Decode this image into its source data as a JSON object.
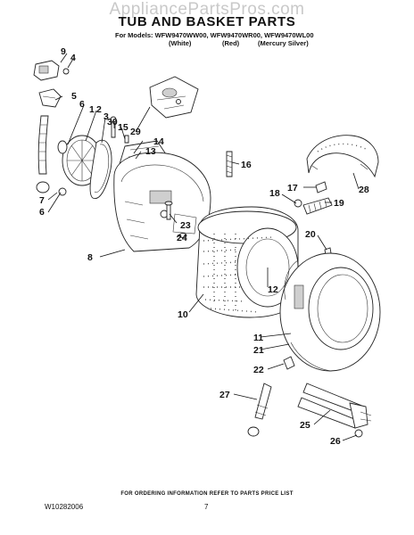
{
  "watermark": "AppliancePartsPros.com",
  "title": "TUB AND BASKET PARTS",
  "models": {
    "line": "For Models: WFW9470WW00, WFW9470WR00, WFW9470WL00",
    "colors": [
      "(White)",
      "(Red)",
      "(Mercury Silver)"
    ]
  },
  "callouts": [
    "1",
    "2",
    "3",
    "4",
    "5",
    "6",
    "7",
    "8",
    "9",
    "10",
    "11",
    "12",
    "13",
    "14",
    "15",
    "16",
    "17",
    "18",
    "19",
    "20",
    "21",
    "22",
    "23",
    "24",
    "25",
    "26",
    "27",
    "28",
    "29",
    "30"
  ],
  "footer": {
    "ordering_note": "FOR ORDERING INFORMATION REFER TO PARTS PRICE LIST",
    "doc_number": "W10282006",
    "page_number": "7"
  }
}
